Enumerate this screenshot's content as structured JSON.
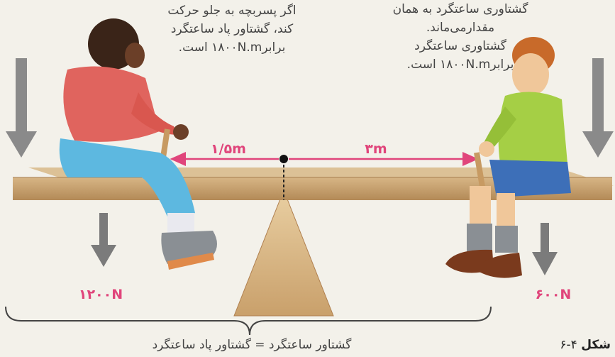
{
  "left_note": [
    "اگر پسربچه به جلو حرکت",
    "کند، گشتاور پاد ساعتگرد",
    "برابر۱۸۰۰N.m است."
  ],
  "right_note": [
    "گشتاوری ساعتگرد به همان",
    "مقدارمی‌ماند.",
    "گشتاوری ساعتگرد",
    "برابر۱۸۰۰N.m است."
  ],
  "distances": {
    "left": "۱/۵m",
    "right": "۳m"
  },
  "forces": {
    "left": "۱۲۰۰N",
    "right": "۶۰۰N"
  },
  "bottom_caption": "گشتاور ساعتگرد = گشتاور پاد ساعتگرد",
  "figure": {
    "prefix": "شکل",
    "number": "۴-۶"
  },
  "colors": {
    "accent": "#e0457b",
    "arrow": "#7b7b7b",
    "board": "#c8a474",
    "fulcrum": "#d9b98a"
  }
}
